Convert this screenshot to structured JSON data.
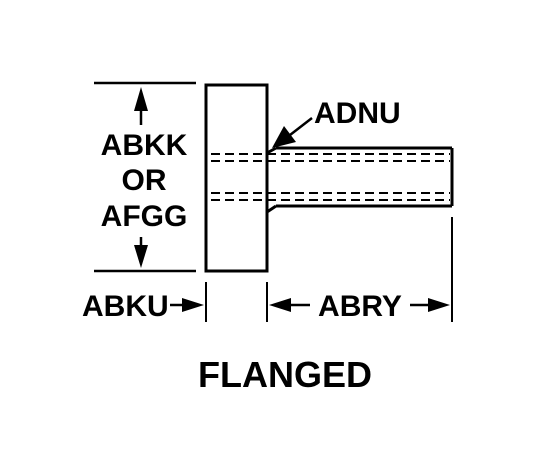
{
  "labels": {
    "height_line1": "ABKK",
    "height_line2": "OR",
    "height_line3": "AFGG",
    "flange_thickness": "ABKU",
    "shank_length": "ABRY",
    "fillet": "ADNU",
    "title": "FLANGED"
  },
  "colors": {
    "ink": "#000000",
    "background": "#ffffff"
  }
}
